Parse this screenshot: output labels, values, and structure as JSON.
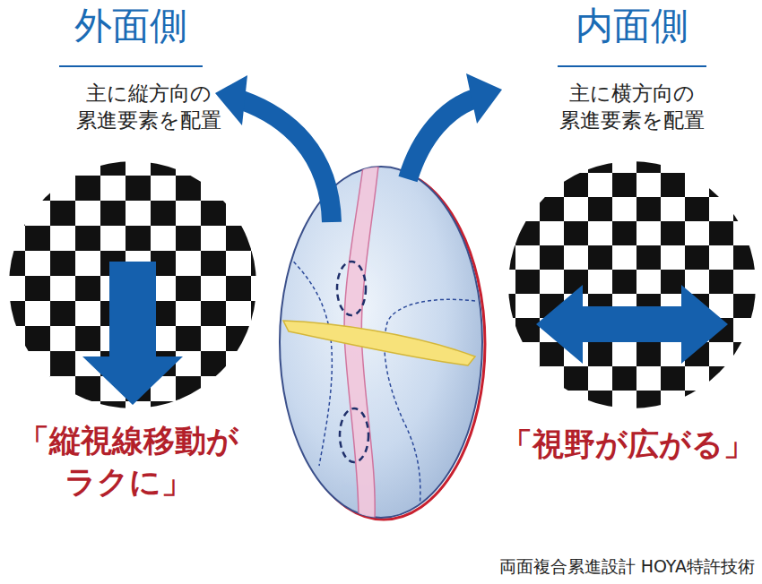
{
  "diagram": {
    "caption": "両面複合累進設計 HOYA特許技術",
    "labels": [
      "外面側",
      "主に縦方向の 累進要素を配置",
      "「縦視線移動が ラクに」",
      "内面側",
      "主に横方向の 累進要素を配置",
      "「視野が広がる」"
    ]
  }
}
